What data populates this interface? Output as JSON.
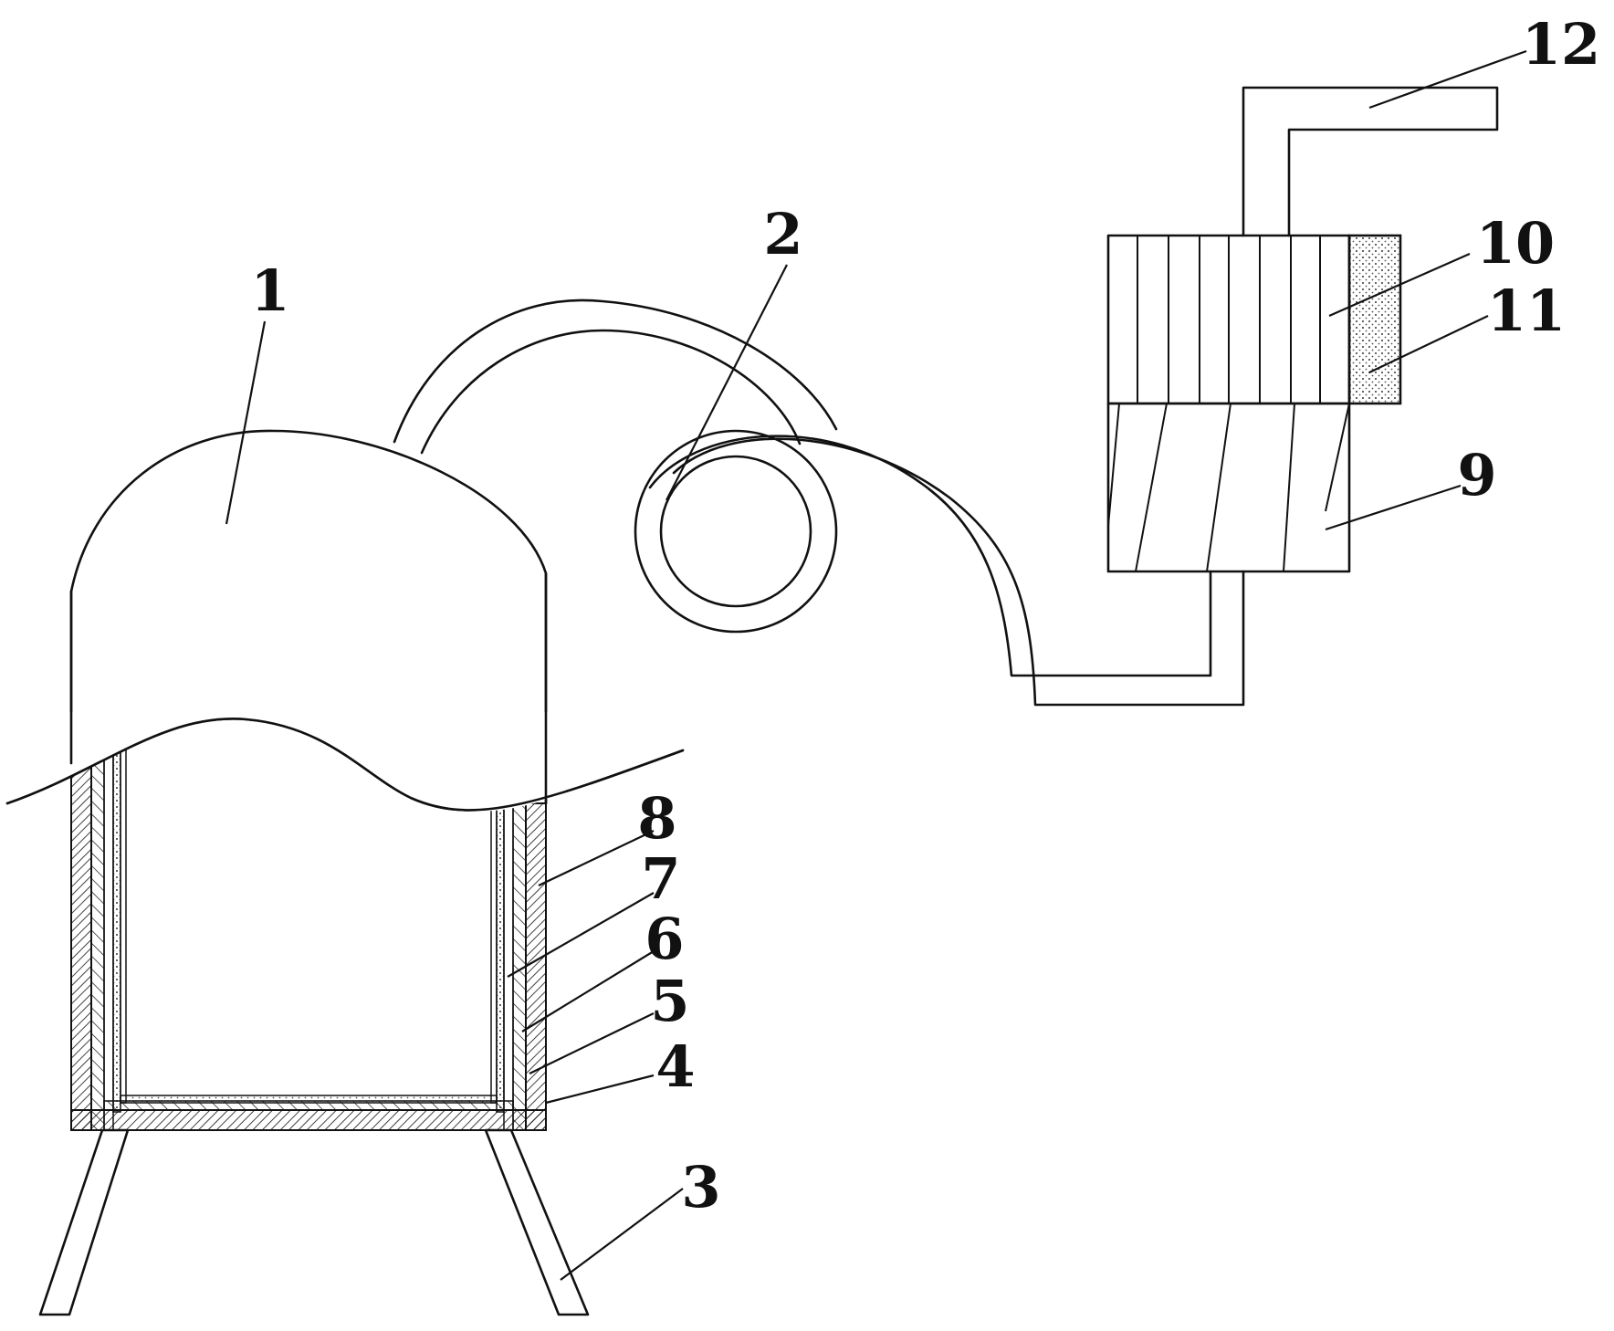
{
  "figure": {
    "parts": [
      {
        "number": "1",
        "component": "tank-dome"
      },
      {
        "number": "2",
        "component": "coiled-pipe"
      },
      {
        "number": "3",
        "component": "support-leg"
      },
      {
        "number": "4",
        "component": "wall-layer"
      },
      {
        "number": "5",
        "component": "wall-layer"
      },
      {
        "number": "6",
        "component": "wall-layer"
      },
      {
        "number": "7",
        "component": "wall-layer"
      },
      {
        "number": "8",
        "component": "wall-layer"
      },
      {
        "number": "9",
        "component": "lower-box"
      },
      {
        "number": "10",
        "component": "slatted-box"
      },
      {
        "number": "11",
        "component": "dotted-panel"
      },
      {
        "number": "12",
        "component": "outlet-pipe"
      }
    ]
  }
}
